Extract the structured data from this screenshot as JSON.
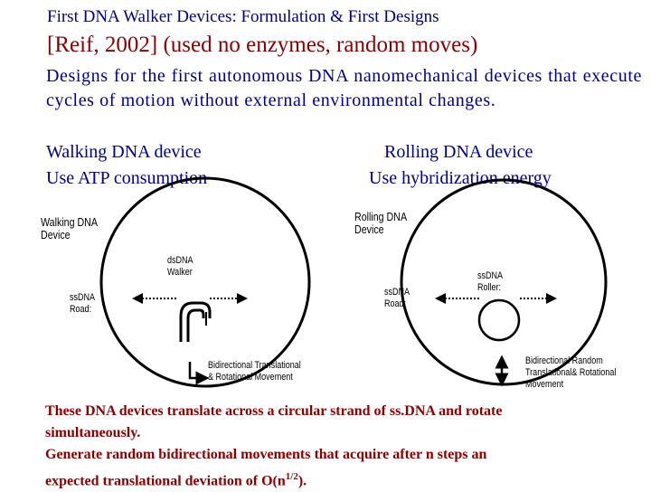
{
  "slide": {
    "title": "First DNA Walker Devices: Formulation & First Designs",
    "subtitle": "[Reif, 2002] (used no enzymes, random moves)",
    "intro": "Designs for the first autonomous DNA nanomechanical devices that execute cycles of motion without external environmental changes.",
    "walking": {
      "name": "Walking DNA device",
      "energy": "Use ATP consumption"
    },
    "rolling": {
      "name": "Rolling DNA device",
      "energy": "Use hybridization energy"
    }
  },
  "figure_left": {
    "title_line1": "Walking DNA",
    "title_line2": "Device",
    "walker_line1": "dsDNA",
    "walker_line2": "Walker",
    "road_line1": "ssDNA",
    "road_line2": "Road:",
    "movement_line1": "Bidirectional Translational",
    "movement_line2": "& Rotational Movement"
  },
  "figure_right": {
    "title_line1": "Rolling DNA",
    "title_line2": "Device",
    "roller_line1": "ssDNA",
    "roller_line2": "Roller:",
    "road_line1": "ssDNA",
    "road_line2": "Road:",
    "movement_line1": "Bidirectional Random",
    "movement_line2": "Translational& Rotational",
    "movement_line3": "Movement"
  },
  "footer": {
    "line1": "These DNA devices translate across a circular strand of ss.DNA and rotate",
    "line2": "simultaneously.",
    "line3": "Generate random bidirectional movements that acquire after n steps an",
    "line4_pre": "expected translational deviation of O(n",
    "line4_sup": "1/2",
    "line4_post": ")."
  }
}
